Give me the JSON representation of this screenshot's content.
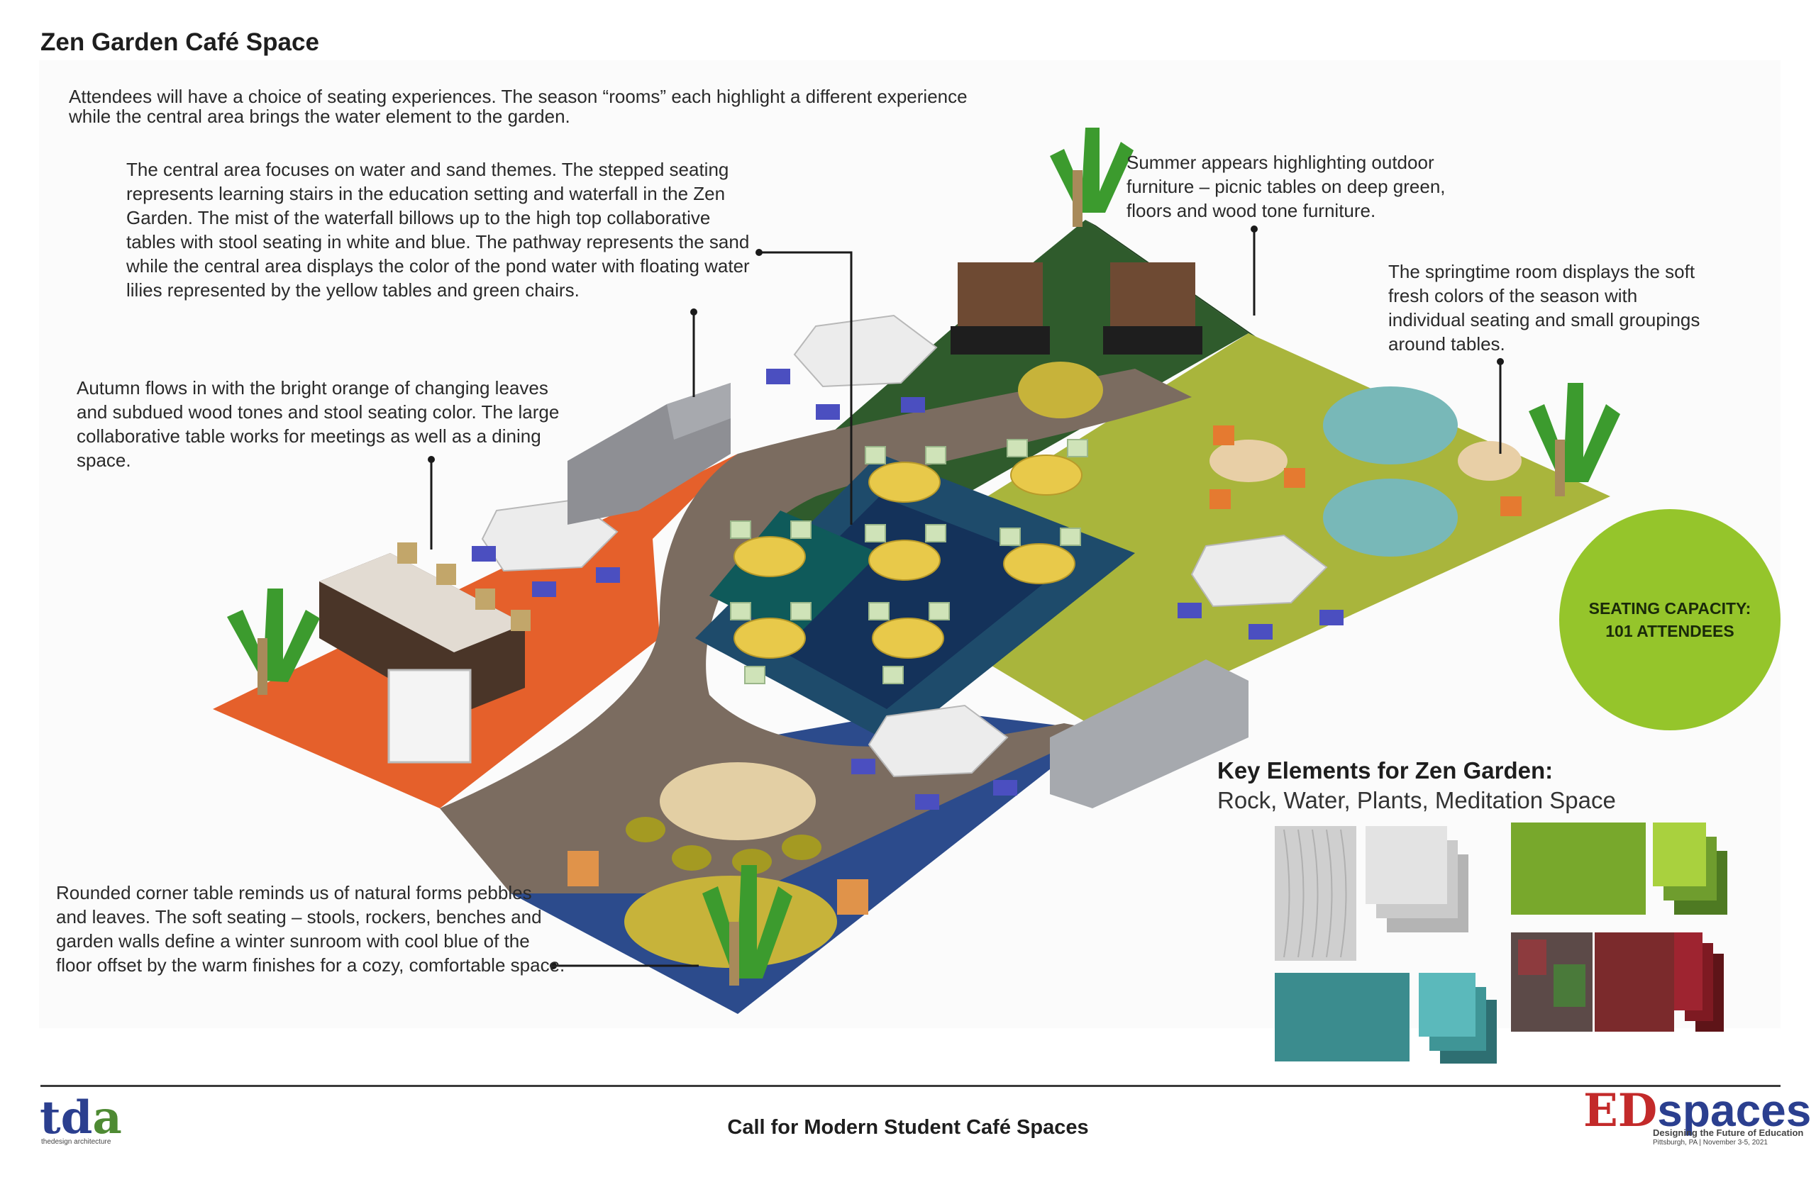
{
  "page_title": "Zen Garden Café Space",
  "intro": "Attendees will have a choice of seating experiences. The season “rooms” each highlight a different experience while the central area brings the water element to the garden.",
  "central_text": "The central area focuses on water and sand themes. The stepped seating represents learning stairs in the education setting and waterfall in the Zen Garden. The mist of the waterfall billows up to the high top collaborative tables with stool seating in white and blue. The pathway represents the sand while the central area displays the color of the pond water with floating water lilies represented by the yellow tables and green chairs.",
  "summer_text": "Summer appears highlighting outdoor furniture –  picnic tables on deep green, floors and wood tone furniture.",
  "spring_text": "The springtime room displays the soft fresh colors of the season with individual seating and small groupings around  tables.",
  "autumn_text": "Autumn flows in with the bright orange of changing leaves and subdued wood tones and stool seating color. The large collaborative table works for meetings as well as a dining space.",
  "winter_text": "Rounded corner table reminds us of natural forms pebbles and leaves. The soft seating  – stools, rockers, benches and garden walls define a winter sunroom with cool blue of the floor offset by the warm finishes for a cozy, comfortable space.",
  "capacity": {
    "line1": "SEATING CAPACITY:",
    "line2": "101 ATTENDEES"
  },
  "key_elements": {
    "title": "Key Elements for Zen Garden:",
    "subtitle": "Rock, Water, Plants, Meditation Space"
  },
  "footer": {
    "center": "Call for Modern Student Café Spaces",
    "tda_logo": {
      "t": "t",
      "d": "d",
      "a": "a",
      "sub": "thedesign architecture"
    },
    "edspaces_logo": {
      "ed": "ED",
      "spaces": "spaces",
      "tagline": "Designing the Future of Education",
      "event": "Pittsburgh, PA  |  November 3-5, 2021"
    }
  },
  "colors": {
    "summer_floor": "#2e5a2a",
    "spring_floor": "#a6b53a",
    "autumn_floor": "#e8612a",
    "winter_floor": "#2a4a8a",
    "sand_path": "#7a6a5e",
    "water_center": "#1d4a6a",
    "yellow_table": "#e8c94a",
    "capacity_circle": "#95c52b"
  }
}
